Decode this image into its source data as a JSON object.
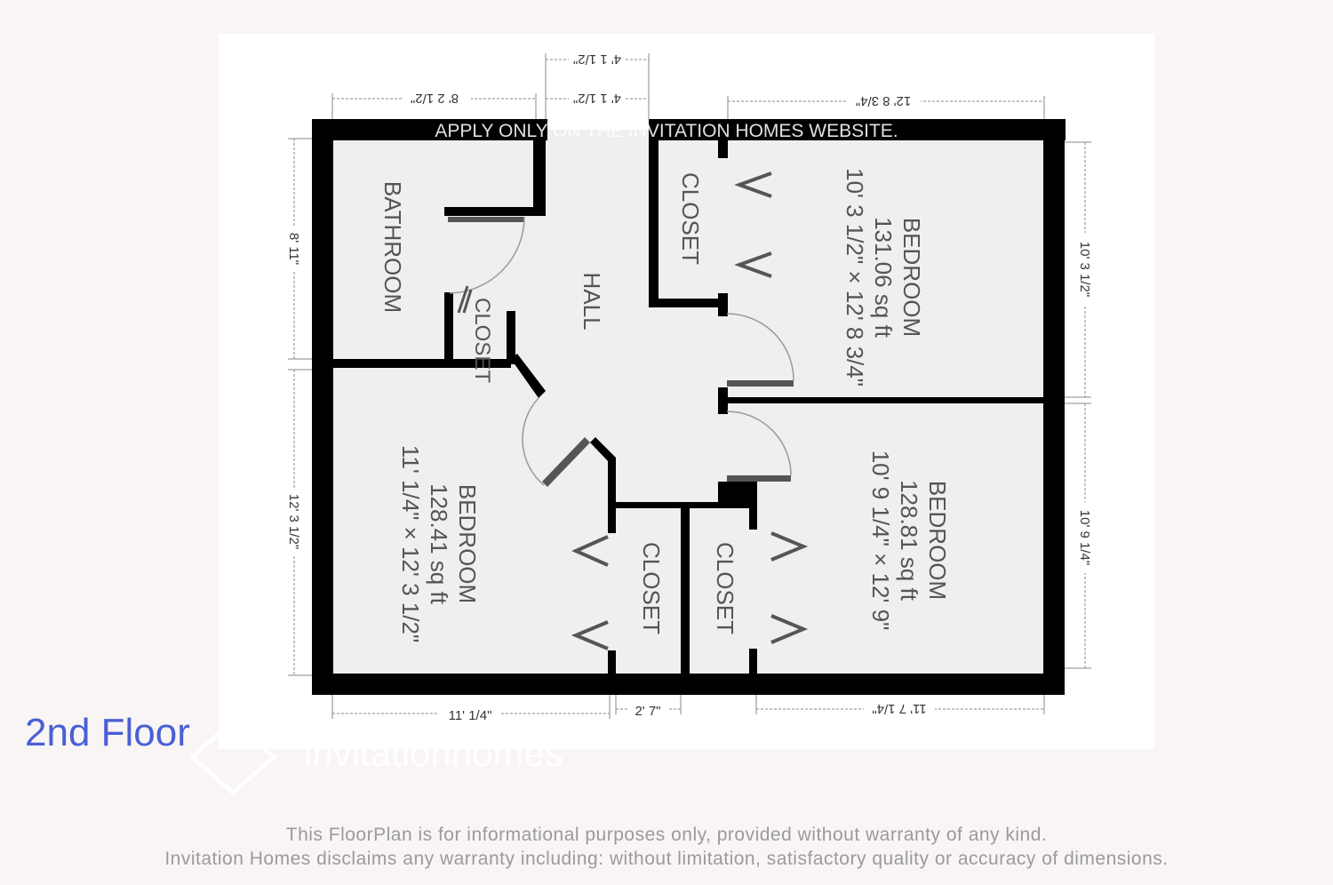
{
  "floor_label": "2nd Floor",
  "watermark_banner": "APPLY ONLY ON THE INVITATION HOMES WEBSITE.",
  "watermark_brand": "invitationhomes",
  "rooms": {
    "bathroom": "BATHROOM",
    "closet_small": "CLOSET",
    "hall": "HALL",
    "closet_top_right": "CLOSET",
    "bedroom_top_right": {
      "name": "BEDROOM",
      "area": "131.06 sq ft",
      "dims": "10' 3 1/2\" × 12' 8 3/4\""
    },
    "bedroom_bottom_left": {
      "name": "BEDROOM",
      "area": "128.41 sq ft",
      "dims": "11' 1/4\" × 12' 3 1/2\""
    },
    "bedroom_bottom_right": {
      "name": "BEDROOM",
      "area": "128.81 sq ft",
      "dims": "10' 9 1/4\" × 12' 9\""
    },
    "closet_bottom_left": "CLOSET",
    "closet_bottom_right": "CLOSET"
  },
  "dimensions": {
    "top_outer": "4' 1 1/2\"",
    "top_inner": "4' 1 1/2\"",
    "top_left": "8' 2 1/2\"",
    "top_right": "12' 8 3/4\"",
    "left_upper": "8' 11\"",
    "left_lower": "12' 3 1/2\"",
    "right_upper": "10' 3 1/2\"",
    "right_lower": "10' 9 1/4\"",
    "bottom_left": "11' 1/4\"",
    "bottom_mid": "2' 7\"",
    "bottom_right": "11' 7 1/4\""
  },
  "disclaimer": {
    "line1": "This FloorPlan is for informational purposes only, provided without warranty of any kind.",
    "line2": "Invitation Homes disclaims any warranty including: without limitation, satisfactory quality or accuracy of dimensions."
  }
}
